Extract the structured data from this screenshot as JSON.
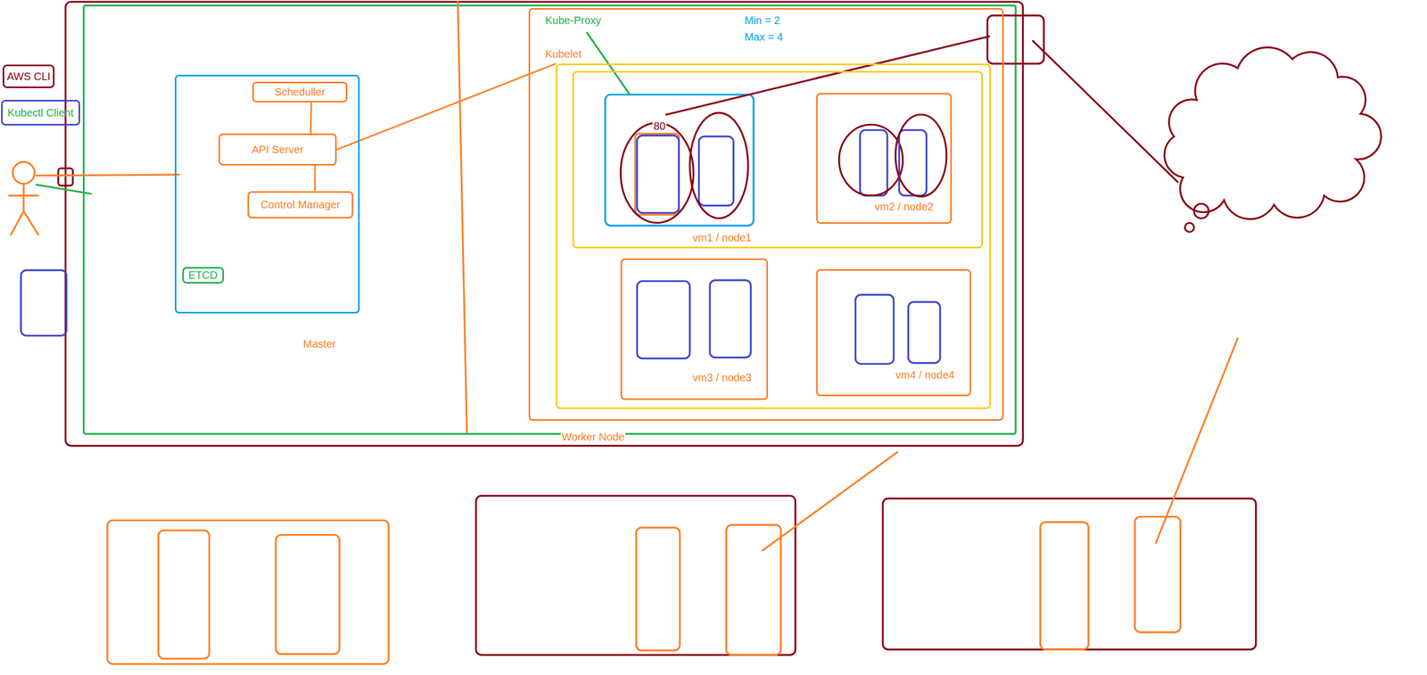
{
  "diagram": {
    "nodes": [
      {
        "text": [
          "AWS CLI"
        ]
      },
      {
        "text": [
          "Kubectl Client"
        ]
      },
      {
        "text": [
          "Master"
        ]
      },
      {
        "text": [
          "Scheduller"
        ],
        "in": 2
      },
      {
        "text": [
          "API Server"
        ],
        "in": 2
      },
      {
        "text": [
          "Control Manager"
        ],
        "in": 2
      },
      {
        "text": [
          "ETCD"
        ],
        "in": 2
      },
      {
        "text": [
          "Kube-Proxy",
          "Worker Node"
        ]
      },
      {
        "text": [
          "Kubelet"
        ],
        "in": 7
      },
      {
        "text": [
          "vm1 / node1"
        ],
        "in": 8
      },
      {
        "text": [
          "vm2 / node2"
        ],
        "in": 9
      },
      {
        "text": [
          "vm3 / node3"
        ],
        "in": 8
      },
      {
        "text": [
          "vm4 / node4"
        ],
        "in": 8
      }
    ],
    "edges": [
      {
        "from": 3,
        "to": 4,
        "arrow": "none"
      },
      {
        "from": 4,
        "to": 5,
        "arrow": "none"
      },
      {
        "from": 4,
        "to": 8,
        "arrow": "none"
      }
    ],
    "labels": [
      "80",
      "Min = 2",
      "Max = 4"
    ]
  }
}
